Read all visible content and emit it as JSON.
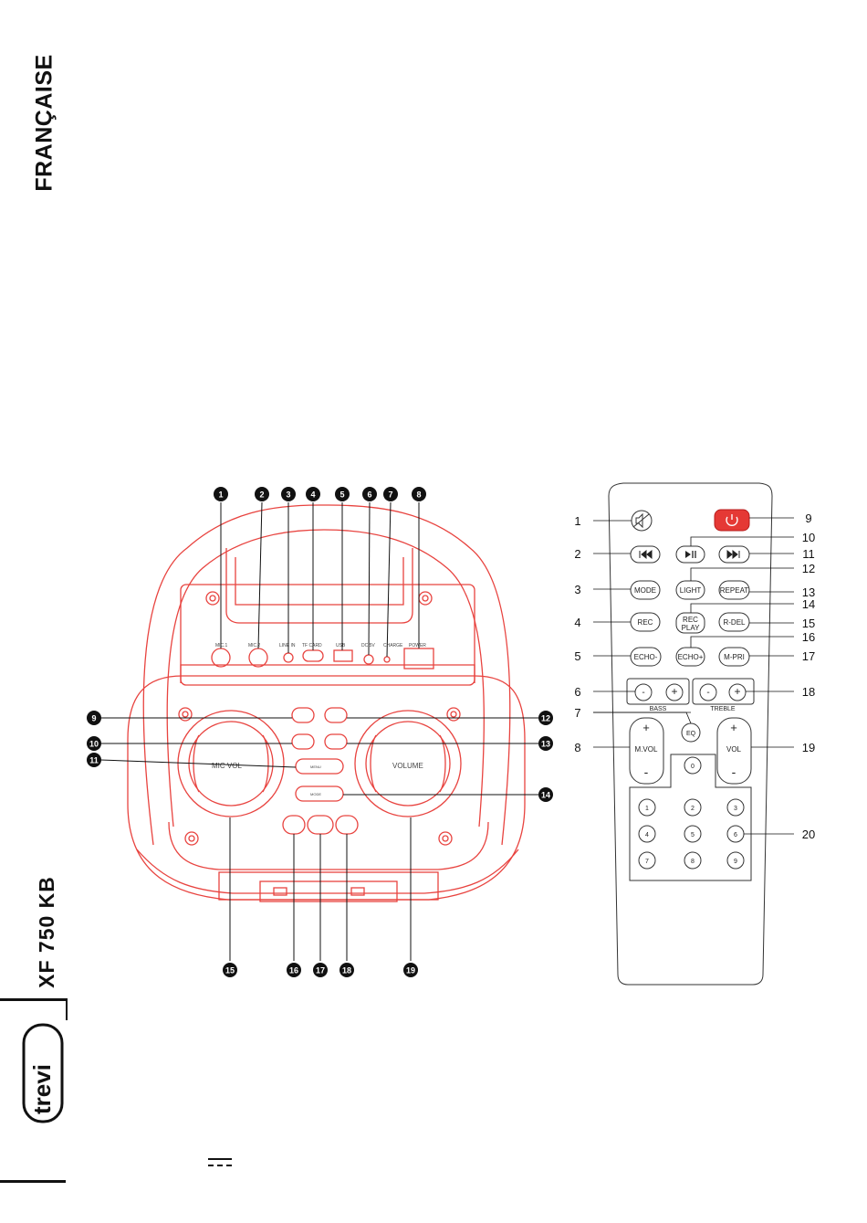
{
  "side_title": "FRANÇAISE",
  "model": "XF 750 KB",
  "logo_text": "trevi",
  "speaker": {
    "callouts": [
      "1",
      "2",
      "3",
      "4",
      "5",
      "6",
      "7",
      "8",
      "9",
      "10",
      "11",
      "12",
      "13",
      "14",
      "15",
      "16",
      "17",
      "18",
      "19"
    ]
  },
  "remote": {
    "callouts": [
      "1",
      "2",
      "3",
      "4",
      "5",
      "6",
      "7",
      "8",
      "9",
      "10",
      "11",
      "12",
      "13",
      "14",
      "15",
      "16",
      "17",
      "18",
      "19",
      "20"
    ],
    "buttons": {
      "mode": "MODE",
      "light": "LIGHT",
      "repeat": "REPEAT",
      "rec": "REC",
      "rec_play_1": "REC",
      "rec_play_2": "PLAY",
      "r_del": "R-DEL",
      "echo_minus": "ECHO-",
      "echo_plus": "ECHO+",
      "m_pri": "M-PRI",
      "eq": "EQ",
      "minus": "-",
      "plus": "+",
      "mvol": "M.VOL",
      "vol": "VOL",
      "zero": "0"
    },
    "bass_label": "BASS",
    "treble_label": "TREBLE",
    "digits": [
      "1",
      "2",
      "3",
      "4",
      "5",
      "6",
      "7",
      "8",
      "9"
    ]
  },
  "colors": {
    "speaker_line": "#e8433f",
    "power_button": "#e53935",
    "ink": "#111111"
  }
}
